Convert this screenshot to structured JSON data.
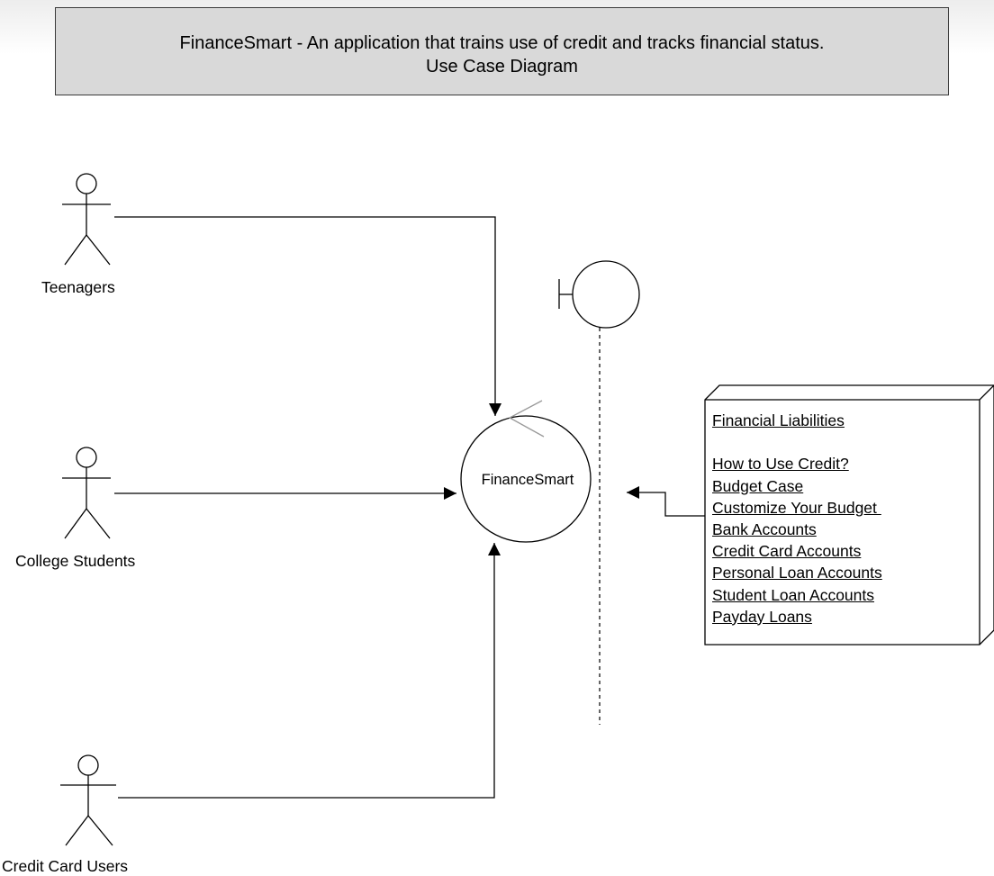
{
  "diagram": {
    "title": {
      "line1": "FinanceSmart - An application that trains use of credit and tracks financial status.",
      "line2": "Use Case Diagram"
    },
    "actors": [
      {
        "label": "Teenagers"
      },
      {
        "label": "College Students"
      },
      {
        "label": "Credit Card Users"
      }
    ],
    "system": {
      "label": "FinanceSmart"
    },
    "boundary": {
      "icon": "boundary-icon"
    },
    "notes": {
      "heading": "Financial Liabilities",
      "items": [
        "How to Use Credit?",
        "Budget Case",
        "Customize Your Budget ",
        "Bank Accounts",
        "Credit Card Accounts",
        "Personal Loan Accounts",
        "Student Loan Accounts",
        "Payday Loans"
      ]
    },
    "colors": {
      "title_fill": "#d9d9d9",
      "line": "#000000",
      "arrow_gray": "#9a9a9a"
    }
  }
}
